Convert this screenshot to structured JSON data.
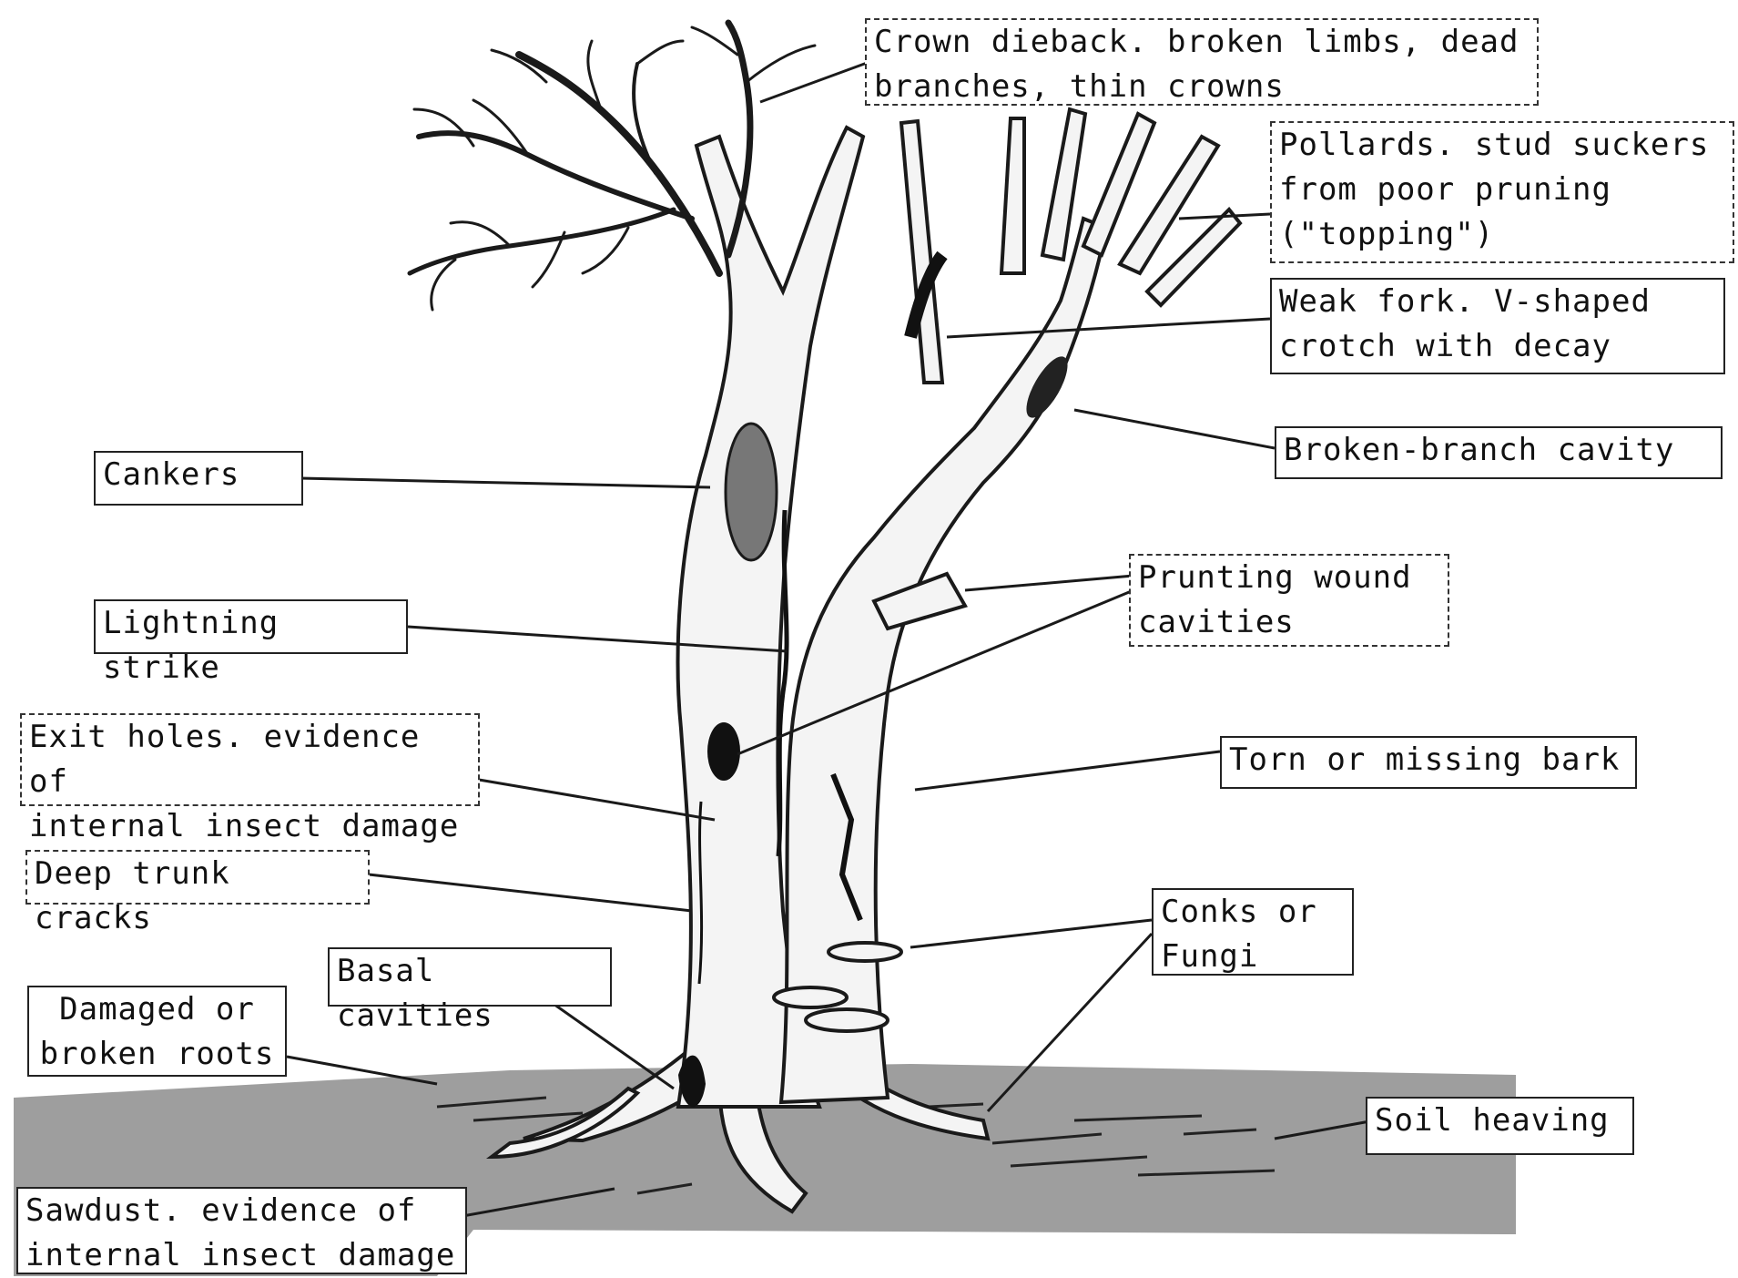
{
  "labels": {
    "crown": "Crown dieback. broken limbs, dead\nbranches, thin crowns",
    "pollards": "Pollards. stud suckers\nfrom poor pruning\n(\"topping\")",
    "weak_fork": "Weak fork. V-shaped\ncrotch with decay",
    "broken_branch": "Broken-branch cavity",
    "cankers": "Cankers",
    "pruning_wound": "Prunting wound\ncavities",
    "lightning": "Lightning strike",
    "exit_holes": "Exit holes. evidence of\ninternal insect damage",
    "torn_bark": "Torn or missing bark",
    "trunk_cracks": "Deep trunk cracks",
    "conks": "Conks or\nFungi",
    "basal": "Basal cavities",
    "roots": "Damaged or\nbroken roots",
    "soil": "Soil heaving",
    "sawdust": "Sawdust. evidence of\ninternal insect damage"
  },
  "colors": {
    "ground": "#9e9e9e",
    "ink": "#1a1a1a",
    "bark": "#f4f4f4"
  }
}
